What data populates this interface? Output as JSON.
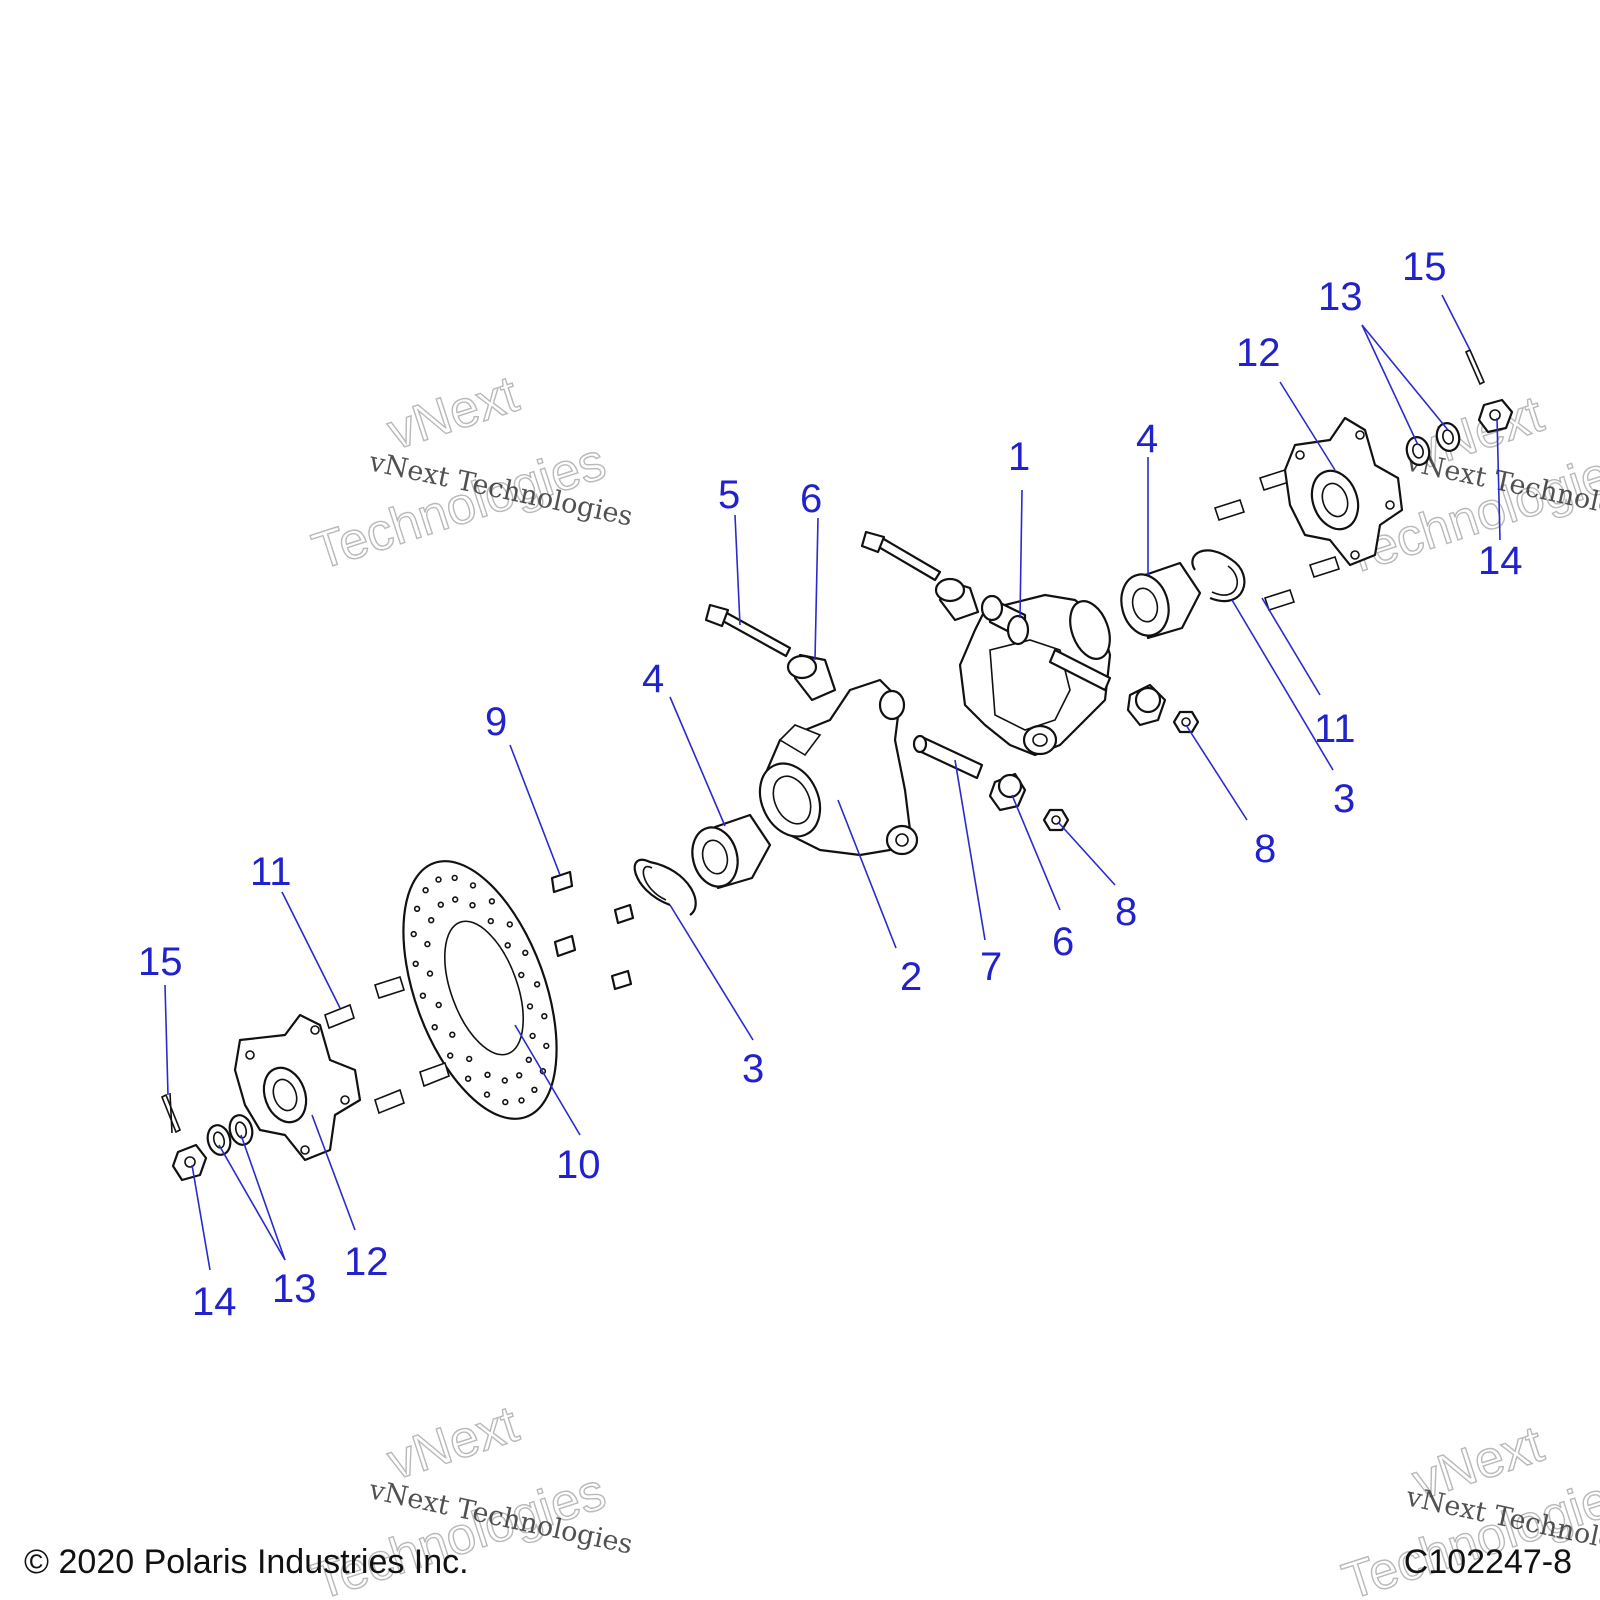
{
  "callouts": {
    "c1": "1",
    "c2": "2",
    "c3a": "3",
    "c3b": "3",
    "c4a": "4",
    "c4b": "4",
    "c5": "5",
    "c6a": "6",
    "c6b": "6",
    "c7": "7",
    "c8a": "8",
    "c8b": "8",
    "c9": "9",
    "c10": "10",
    "c11a": "11",
    "c11b": "11",
    "c12a": "12",
    "c12b": "12",
    "c13a": "13",
    "c13b": "13",
    "c14a": "14",
    "c14b": "14",
    "c15a": "15",
    "c15b": "15"
  },
  "watermark": {
    "script": "vNext Technologies",
    "outline_line1": "vNext",
    "outline_line2": "Technologies"
  },
  "footer": {
    "copyright": "© 2020 Polaris Industries Inc.",
    "drawing_id": "C102247-8"
  },
  "colors": {
    "callout": "#2222cc",
    "line": "#111111"
  }
}
